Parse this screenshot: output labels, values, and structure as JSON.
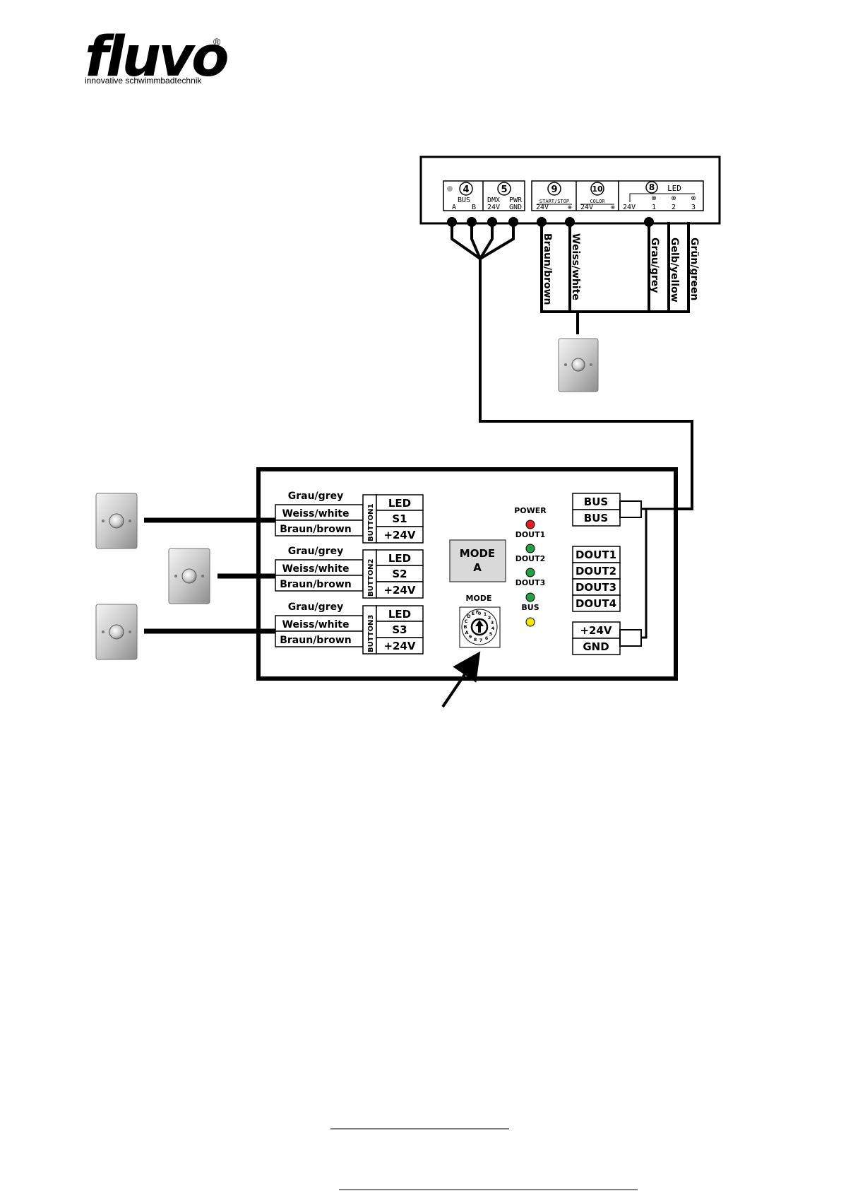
{
  "logo": {
    "name": "fluvo",
    "registered": "®",
    "tagline": "innovative schwimmbadtechnik"
  },
  "top_unit": {
    "terminals": [
      {
        "number": "4",
        "labels": [
          "BUS",
          "A",
          "B"
        ]
      },
      {
        "number": "5",
        "labels": [
          "DMX",
          "24V",
          "PWR",
          "GND"
        ]
      },
      {
        "number": "9",
        "labels": [
          "START/STOP",
          "24V",
          "⊕"
        ]
      },
      {
        "number": "10",
        "labels": [
          "COLOR",
          "24V",
          "⊕"
        ]
      },
      {
        "number": "8",
        "labels": [
          "LED",
          "24V",
          "1",
          "2",
          "3"
        ]
      }
    ],
    "wire_labels": [
      "Braun/brown",
      "Weiss/white",
      "Grau/grey",
      "Gelb/yellow",
      "Grün/green"
    ]
  },
  "controller": {
    "buttons": [
      {
        "block_label": "BUTTON1",
        "wires": [
          "Grau/grey",
          "Weiss/white",
          "Braun/brown"
        ],
        "pins": [
          "LED",
          "S1",
          "+24V"
        ]
      },
      {
        "block_label": "BUTTON2",
        "wires": [
          "Grau/grey",
          "Weiss/white",
          "Braun/brown"
        ],
        "pins": [
          "LED",
          "S2",
          "+24V"
        ]
      },
      {
        "block_label": "BUTTON3",
        "wires": [
          "Grau/grey",
          "Weiss/white",
          "Braun/brown"
        ],
        "pins": [
          "LED",
          "S3",
          "+24V"
        ]
      }
    ],
    "mode_display": {
      "line1": "MODE",
      "line2": "A"
    },
    "mode_switch_label": "MODE",
    "mode_switch_digits": "0 1 2 3 4 5 6 7 8 9 A B C D E F",
    "leds": [
      {
        "label": "POWER",
        "color": "#e02020"
      },
      {
        "label": "DOUT1",
        "color": "#22a043"
      },
      {
        "label": "DOUT2",
        "color": "#22a043"
      },
      {
        "label": "DOUT3",
        "color": "#22a043"
      },
      {
        "label": "BUS",
        "color": "#f2e800"
      }
    ],
    "bus_terminals": [
      "BUS",
      "BUS"
    ],
    "dout_terminals": [
      "DOUT1",
      "DOUT2",
      "DOUT3",
      "DOUT4"
    ],
    "power_terminals": [
      "+24V",
      "GND"
    ]
  }
}
